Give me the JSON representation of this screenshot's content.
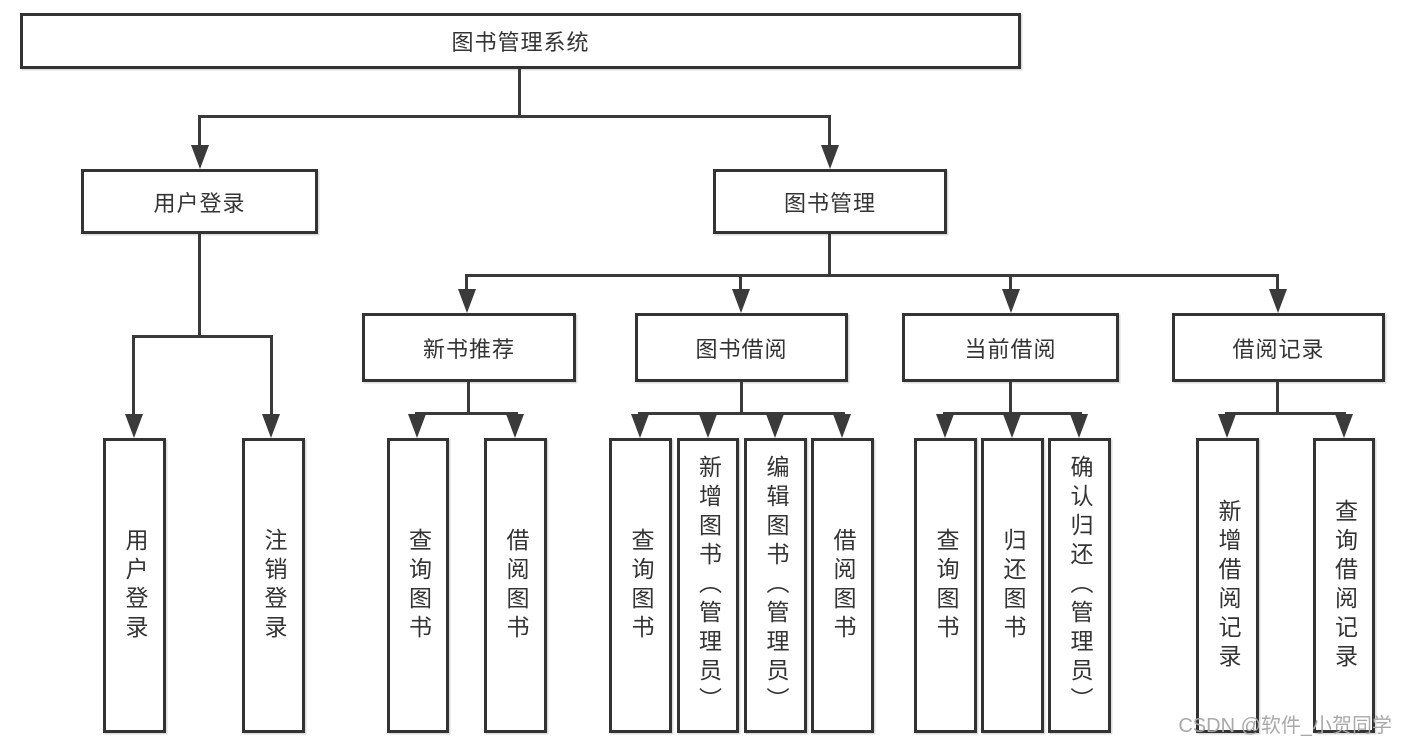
{
  "diagram": {
    "root": {
      "label": "图书管理系统"
    },
    "level2": [
      {
        "label": "用户登录"
      },
      {
        "label": "图书管理"
      }
    ],
    "level3": [
      {
        "label": "新书推荐"
      },
      {
        "label": "图书借阅"
      },
      {
        "label": "当前借阅"
      },
      {
        "label": "借阅记录"
      }
    ],
    "leaves": [
      {
        "label": "用户登录"
      },
      {
        "label": "注销登录"
      },
      {
        "label": "查询图书"
      },
      {
        "label": "借阅图书"
      },
      {
        "label": "查询图书"
      },
      {
        "label": "新增图书（管理员）"
      },
      {
        "label": "编辑图书（管理员）"
      },
      {
        "label": "借阅图书"
      },
      {
        "label": "查询图书"
      },
      {
        "label": "归还图书"
      },
      {
        "label": "确认归还（管理员）"
      },
      {
        "label": "新增借阅记录"
      },
      {
        "label": "查询借阅记录"
      }
    ],
    "colors": {
      "line": "#3a3a3a",
      "border": "#333333",
      "text": "#333333",
      "background": "#ffffff",
      "watermark": "#a9a9a9"
    },
    "watermark": "CSDN @软件_小贺同学"
  }
}
